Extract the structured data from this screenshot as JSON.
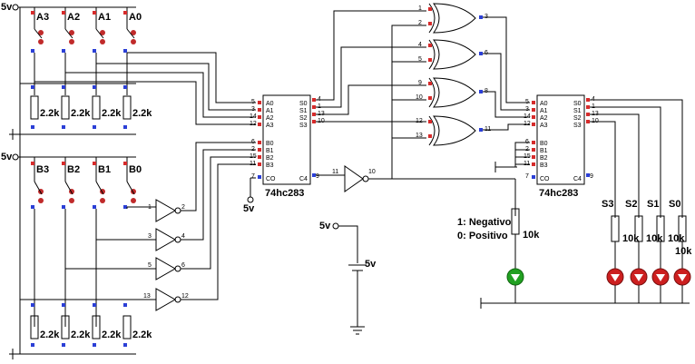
{
  "supply": {
    "five_v_a": "5v",
    "five_v_b": "5v",
    "five_v_c": "5v",
    "five_v_d": "5v",
    "five_v_e": "5v"
  },
  "switches_a": [
    "A3",
    "A2",
    "A1",
    "A0"
  ],
  "switches_b": [
    "B3",
    "B2",
    "B1",
    "B0"
  ],
  "resistors": {
    "value": "2.2k",
    "led_value": "10k"
  },
  "chip": {
    "name": "74hc283",
    "left_pins_a": [
      "A0",
      "A1",
      "A2",
      "A3"
    ],
    "left_pins_b": [
      "B0",
      "B1",
      "B2",
      "B3"
    ],
    "right_pins": [
      "S0",
      "S1",
      "S2",
      "S3"
    ],
    "co": "CO",
    "c4": "C4"
  },
  "chip1_pin_numbers": {
    "a": [
      "5",
      "3",
      "14",
      "12"
    ],
    "b": [
      "6",
      "2",
      "15",
      "11"
    ],
    "s": [
      "4",
      "1",
      "13",
      "10"
    ],
    "co": "7",
    "c4": "9"
  },
  "chip2_pin_numbers": {
    "a": [
      "5",
      "3",
      "14",
      "12"
    ],
    "b": [
      "6",
      "2",
      "15",
      "11"
    ],
    "s": [
      "4",
      "1",
      "13",
      "10"
    ],
    "co": "7",
    "c4": "9"
  },
  "inverters": [
    {
      "in": "1",
      "out": "2"
    },
    {
      "in": "3",
      "out": "4"
    },
    {
      "in": "5",
      "out": "6"
    },
    {
      "in": "13",
      "out": "12"
    }
  ],
  "center_inverter": {
    "in": "11",
    "out": "10"
  },
  "xor_gates": [
    {
      "in1": "1",
      "in2": "2",
      "out": "3"
    },
    {
      "in1": "4",
      "in2": "5",
      "out": "6"
    },
    {
      "in1": "9",
      "in2": "10",
      "out": "8"
    },
    {
      "in1": "12",
      "in2": "13",
      "out": "11"
    }
  ],
  "legend": {
    "negative": "1: Negativo",
    "positive": "0: Positivo"
  },
  "outputs": [
    "S3",
    "S2",
    "S1",
    "S0"
  ]
}
